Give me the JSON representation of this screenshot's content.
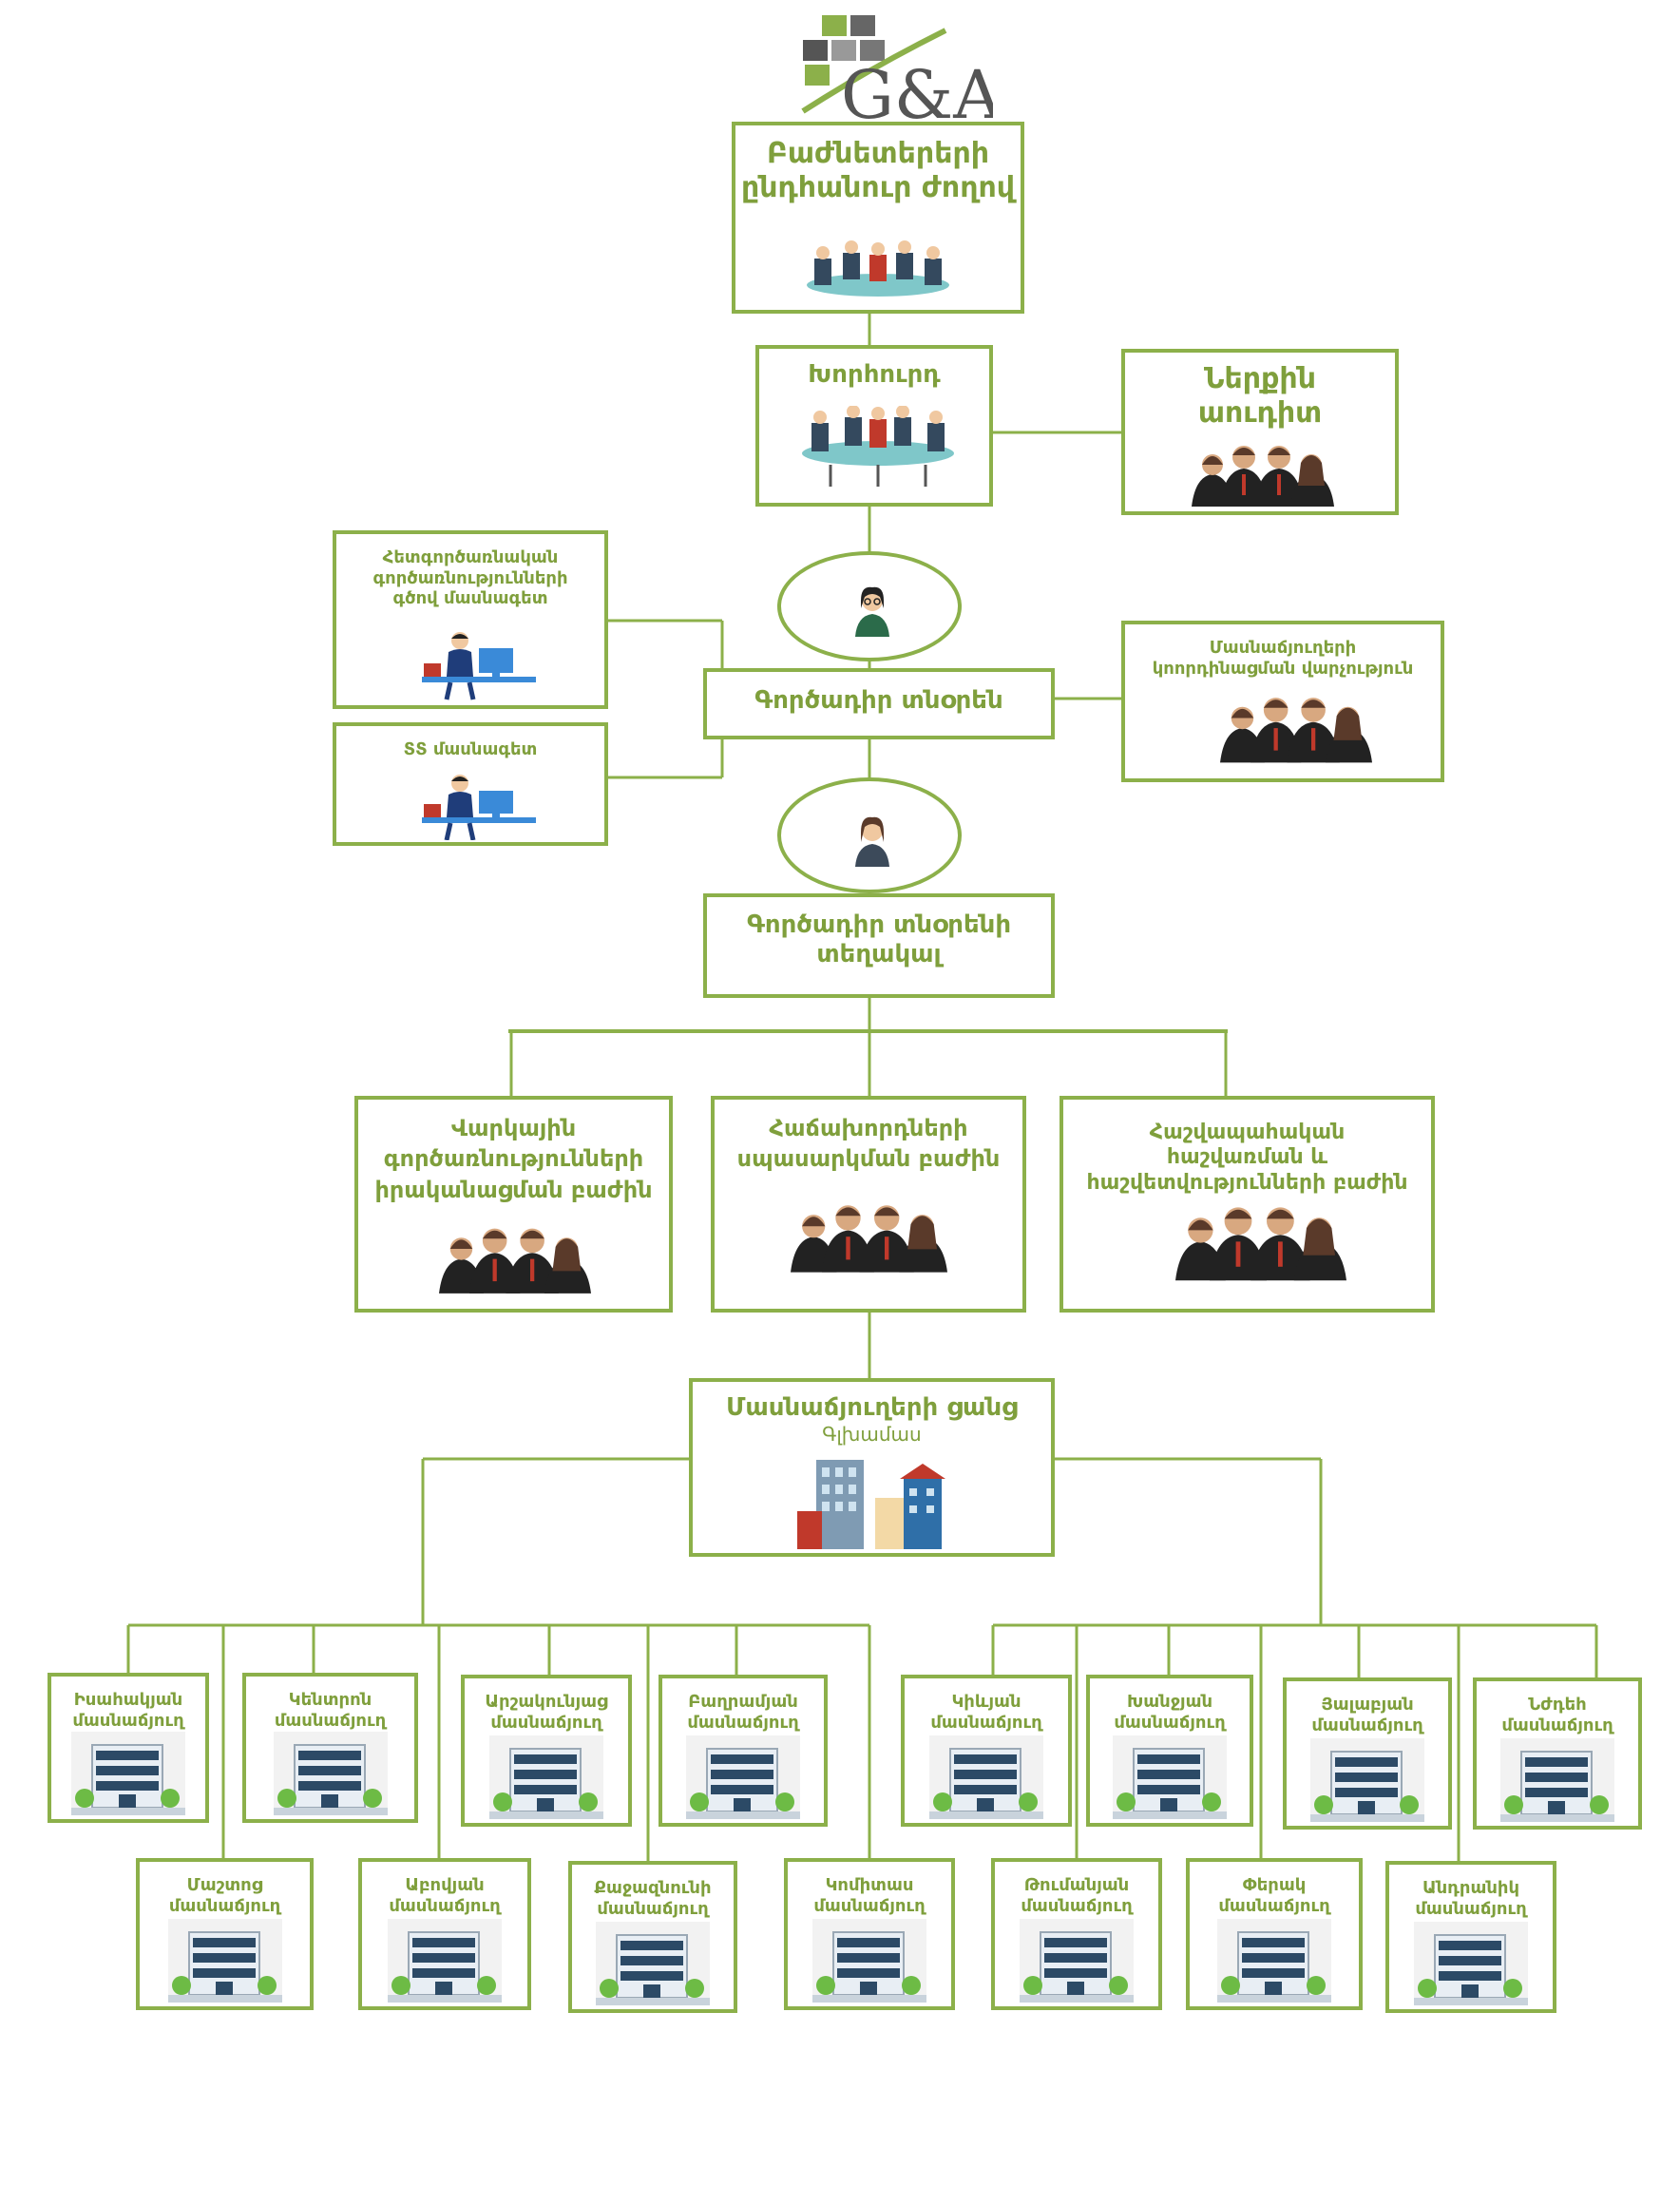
{
  "logo": {
    "text": "G&A",
    "color_dark": "#555555",
    "color_green": "#8cb04a"
  },
  "colors": {
    "border": "#8cb04a",
    "text": "#7f9f3c"
  },
  "top": {
    "general_meeting": "Բաժնետերերի ընդհանուր ժողով",
    "council": "Խորհուրդ",
    "internal_audit": "Ներքին աուդիտ",
    "ceo": "Գործադիր տնօրեն",
    "deputy_ceo": "Գործադիր տնօրենի տեղակալ",
    "correspondent_specialist": "Հետգործառնական գործառնությունների գծով մասնագետ",
    "it_specialist": "ՏՏ մասնագետ",
    "branch_coordination": "Մասնաճյուղերի կոորդինացման վարչություն"
  },
  "departments": {
    "loans": "Վարկային գործառնությունների իրականացման բաժին",
    "customers": "Հաճախորդների սպասարկման բաժին",
    "accounting": "Հաշվապահական հաշվառման և հաշվետվությունների բաժին"
  },
  "branch_network": {
    "title": "Մասնաճյուղերի ցանց",
    "subtitle": "Գլխամաս"
  },
  "branches_row1": [
    "Իսահակյան մասնաճյուղ",
    "Կենտրոն մասնաճյուղ",
    "Արշակունյաց մասնաճյուղ",
    "Բաղրամյան մասնաճյուղ",
    "Կիևյան մասնաճյուղ",
    "Խանջյան մասնաճյուղ",
    "Յալաբյան մասնաճյուղ",
    "Նժդեհ մասնաճյուղ"
  ],
  "branches_row2": [
    "Մաշտոց մասնաճյուղ",
    "Աբովյան մասնաճյուղ",
    "Քաջազնունի մասնաճյուղ",
    "Կոմիտաս մասնաճյուղ",
    "Թումանյան մասնաճյուղ",
    "Փերակ մասնաճյուղ",
    "Անդրանիկ մասնաճյուղ"
  ]
}
